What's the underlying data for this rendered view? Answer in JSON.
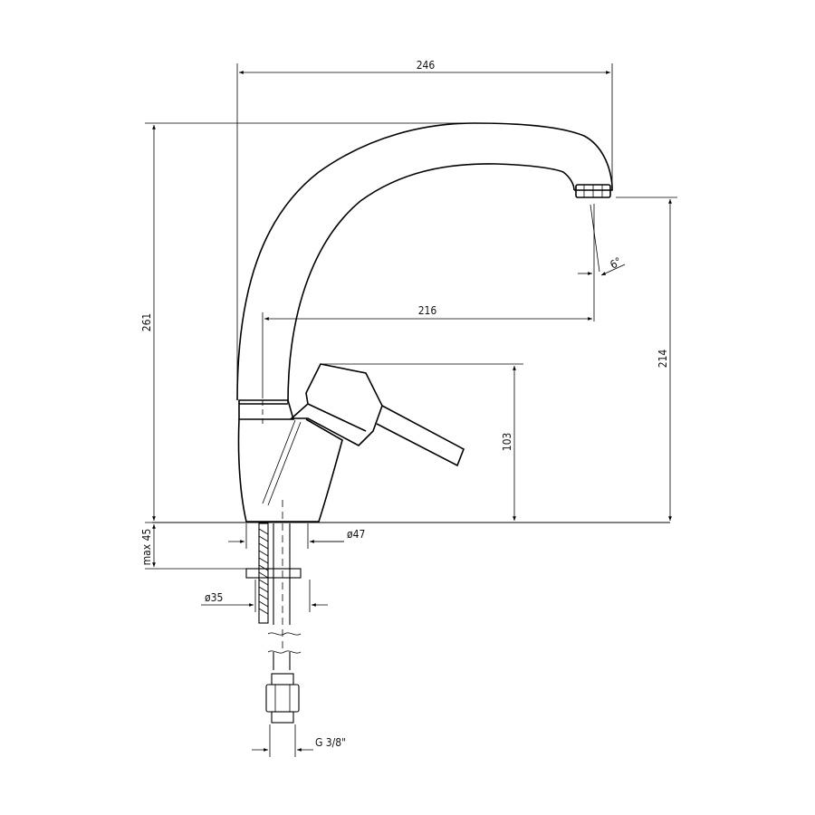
{
  "dimensions": {
    "overall_width": "246",
    "spout_reach": "216",
    "overall_height": "261",
    "outlet_height": "214",
    "lever_height": "103",
    "spout_angle": "6°",
    "max_thickness": "max 45",
    "base_diameter": "ø47",
    "hole_diameter": "ø35",
    "connection": "G 3/8\""
  }
}
